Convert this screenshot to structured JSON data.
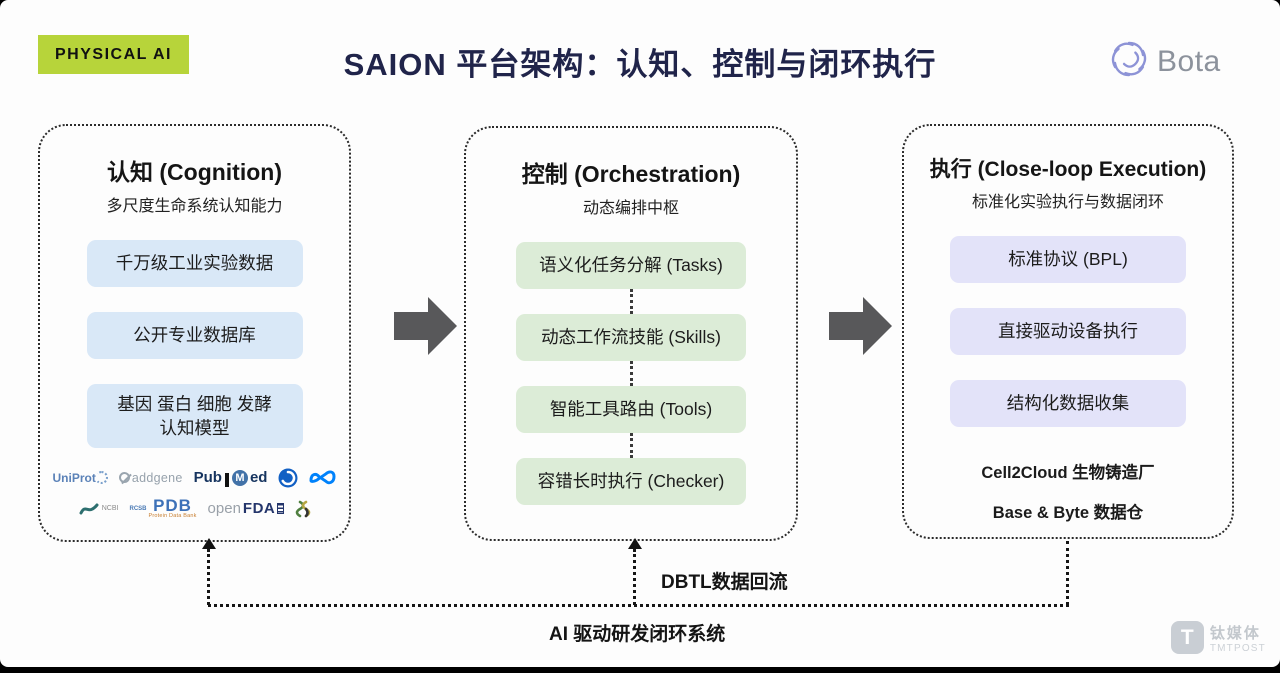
{
  "header": {
    "badge": "PHYSICAL AI",
    "title": "SAION 平台架构：认知、控制与闭环执行",
    "brand": "Bota"
  },
  "columns": [
    {
      "title": "认知 (Cognition)",
      "subtitle": "多尺度生命系统认知能力",
      "box1": "千万级工业实验数据",
      "box2": "公开专业数据库",
      "box3_line1": "基因 蛋白 细胞 发酵",
      "box3_line2": "认知模型"
    },
    {
      "title": "控制 (Orchestration)",
      "subtitle": "动态编排中枢",
      "box1": "语义化任务分解 (Tasks)",
      "box2": "动态工作流技能 (Skills)",
      "box3": "智能工具路由 (Tools)",
      "box4": "容错长时执行 (Checker)"
    },
    {
      "title": "执行 (Close-loop Execution)",
      "subtitle": "标准化实验执行与数据闭环",
      "box1": "标准协议 (BPL)",
      "box2": "直接驱动设备执行",
      "box3": "结构化数据收集",
      "note1": "Cell2Cloud 生物铸造厂",
      "note2": "Base & Byte 数据仓"
    }
  ],
  "logos": {
    "uniprot": "UniProt",
    "addgene": "addgene",
    "pubmed_pub": "Pub",
    "pubmed_m": "M",
    "pubmed_ed": "ed",
    "ncbi": "NCBI",
    "pdb_rcsb": "RCSB",
    "pdb": "PDB",
    "pdb_caption": "Protein Data Bank",
    "openfda_open": "open",
    "openfda_fda": "FDA"
  },
  "feedback": {
    "dbtl_label": "DBTL数据回流",
    "loop_label": "AI 驱动研发闭环系统"
  },
  "watermark": {
    "cn": "钛媒体",
    "en": "TMTPOST",
    "initial": "T"
  },
  "colors": {
    "badge_green": "#b7d43a",
    "title_navy": "#20244a",
    "box_blue": "#d9e8f7",
    "box_green": "#dcecd7",
    "box_purple": "#e3e3f9",
    "arrow_gray": "#58585a",
    "brand_periwinkle": "#8d93d6"
  }
}
